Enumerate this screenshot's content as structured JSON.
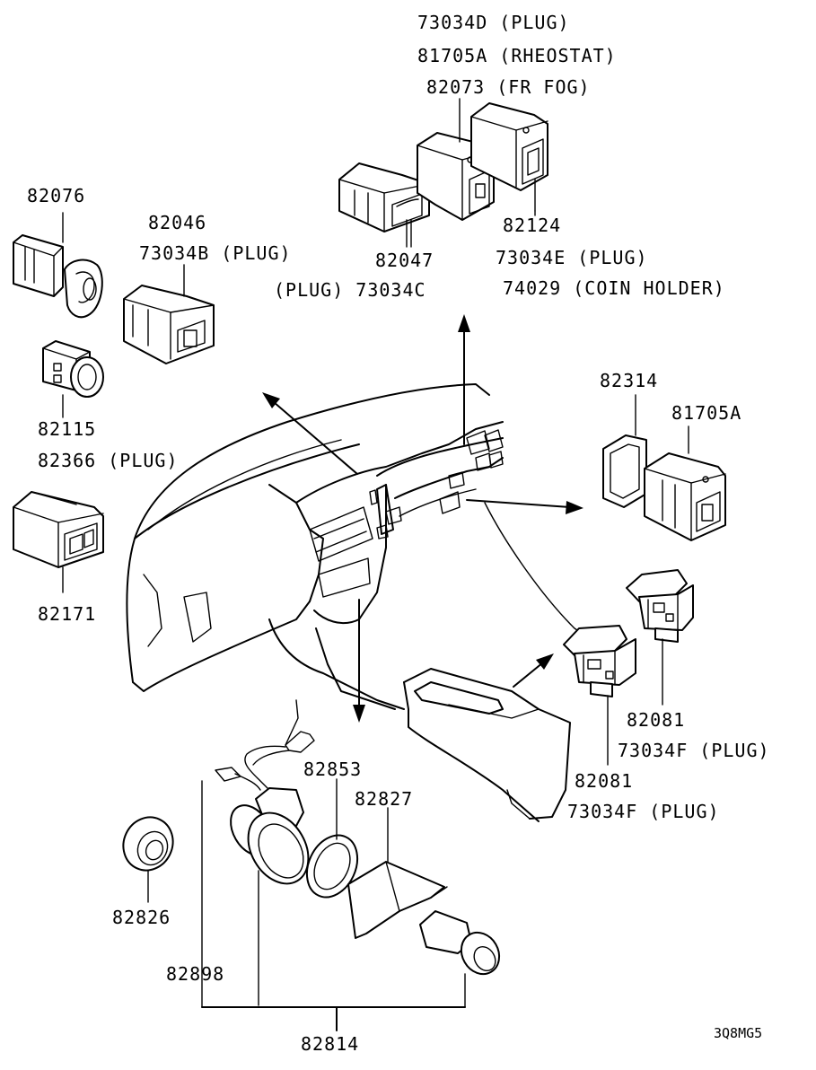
{
  "labels": {
    "l73034D": "73034D (PLUG)",
    "l81705A_top": "81705A (RHEOSTAT)",
    "l82073": "82073 (FR FOG)",
    "l82076": "82076",
    "l82046": "82046",
    "l73034B": "73034B (PLUG)",
    "l82047": "82047",
    "l73034C": "(PLUG) 73034C",
    "l82124": "82124",
    "l73034E": "73034E (PLUG)",
    "l74029": "74029 (COIN HOLDER)",
    "l82314": "82314",
    "l81705A_right": "81705A",
    "l82115": "82115",
    "l82366": "82366 (PLUG)",
    "l82171": "82171",
    "l82081_a": "82081",
    "l73034F_a": "73034F (PLUG)",
    "l82081_b": "82081",
    "l73034F_b": "73034F (PLUG)",
    "l82853": "82853",
    "l82827": "82827",
    "l82826": "82826",
    "l82898": "82898",
    "l82814": "82814"
  },
  "diagram_code": "3Q8MG5"
}
